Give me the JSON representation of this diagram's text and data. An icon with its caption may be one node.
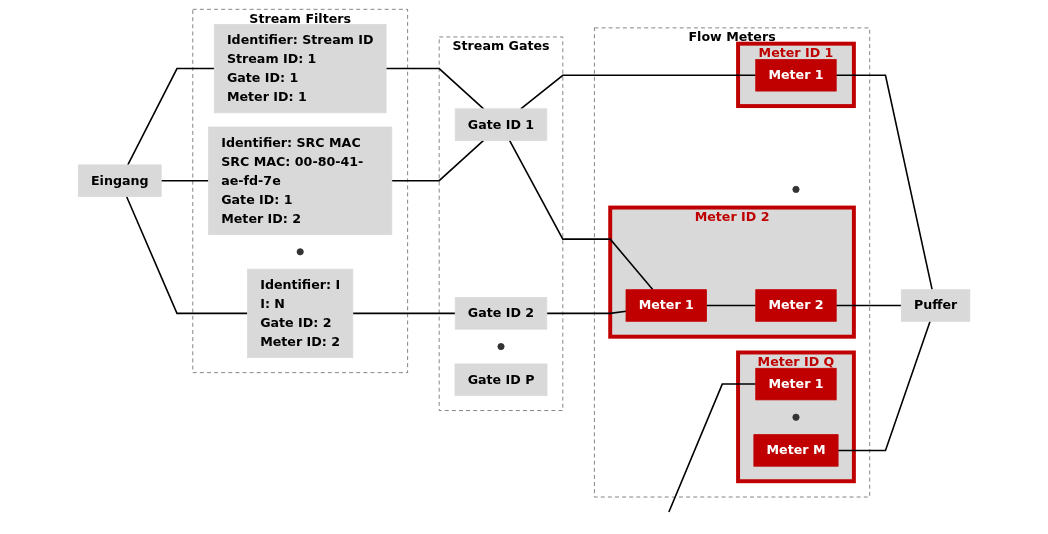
{
  "diagram": {
    "nodes": [
      {
        "text": [
          "Eingang"
        ]
      },
      {
        "text": [
          "Stream Filters"
        ]
      },
      {
        "text": [
          "Identifier: Stream ID",
          "Stream ID: 1",
          "Gate ID: 1",
          "Meter ID: 1"
        ],
        "in": 1
      },
      {
        "text": [
          "Identifier: SRC MAC",
          "SRC MAC: 00-80-41-ae-fd-7e",
          "Gate ID: 1",
          "Meter ID: 2"
        ],
        "in": 1
      },
      {
        "text": [],
        "shape": "circle",
        "in": 1
      },
      {
        "text": [
          "Identifier: I",
          "I: N",
          "Gate ID: 2",
          "Meter ID: 2"
        ],
        "in": 1
      },
      {
        "text": [
          "Stream Gates"
        ]
      },
      {
        "text": [
          "Gate ID 1"
        ],
        "in": 6
      },
      {
        "text": [
          "Gate ID 2"
        ],
        "in": 6
      },
      {
        "text": [],
        "shape": "circle",
        "in": 6
      },
      {
        "text": [
          "Gate ID P"
        ],
        "in": 6
      },
      {
        "text": [
          "Flow Meters"
        ]
      },
      {
        "text": [
          "Meter ID 1"
        ],
        "in": 11
      },
      {
        "text": [
          "Meter 1"
        ],
        "in": 12
      },
      {
        "text": [
          "Meter ID 2"
        ],
        "in": 11
      },
      {
        "text": [
          "Meter 1"
        ],
        "in": 14
      },
      {
        "text": [
          "Meter 2"
        ],
        "in": 14
      },
      {
        "text": [],
        "shape": "circle",
        "in": 11
      },
      {
        "text": [
          "Meter ID Q"
        ],
        "in": 11
      },
      {
        "text": [
          "Meter 1"
        ],
        "in": 18
      },
      {
        "text": [],
        "shape": "circle",
        "in": 18
      },
      {
        "text": [
          "Meter M"
        ],
        "in": 18
      },
      {
        "text": [
          "Puffer"
        ]
      }
    ],
    "edges": [
      {
        "from": 0,
        "to": 2,
        "arrow": "none"
      },
      {
        "from": 0,
        "to": 3,
        "arrow": "none"
      },
      {
        "from": 0,
        "to": 5,
        "arrow": "none"
      },
      {
        "from": 2,
        "to": 7,
        "arrow": "none"
      },
      {
        "from": 3,
        "to": 7,
        "arrow": "none"
      },
      {
        "from": 5,
        "to": 8,
        "arrow": "none"
      },
      {
        "from": 7,
        "to": 13,
        "arrow": "none"
      },
      {
        "from": 13,
        "to": 22,
        "arrow": "none"
      },
      {
        "from": 7,
        "to": 15,
        "arrow": "none"
      },
      {
        "from": 8,
        "to": 15,
        "arrow": "none"
      },
      {
        "from": 15,
        "to": 16,
        "arrow": "none"
      },
      {
        "from": 16,
        "to": 22,
        "arrow": "none"
      },
      {
        "from": null,
        "to": 19,
        "arrow": "none"
      },
      {
        "from": 21,
        "to": 22,
        "arrow": "none"
      }
    ]
  }
}
